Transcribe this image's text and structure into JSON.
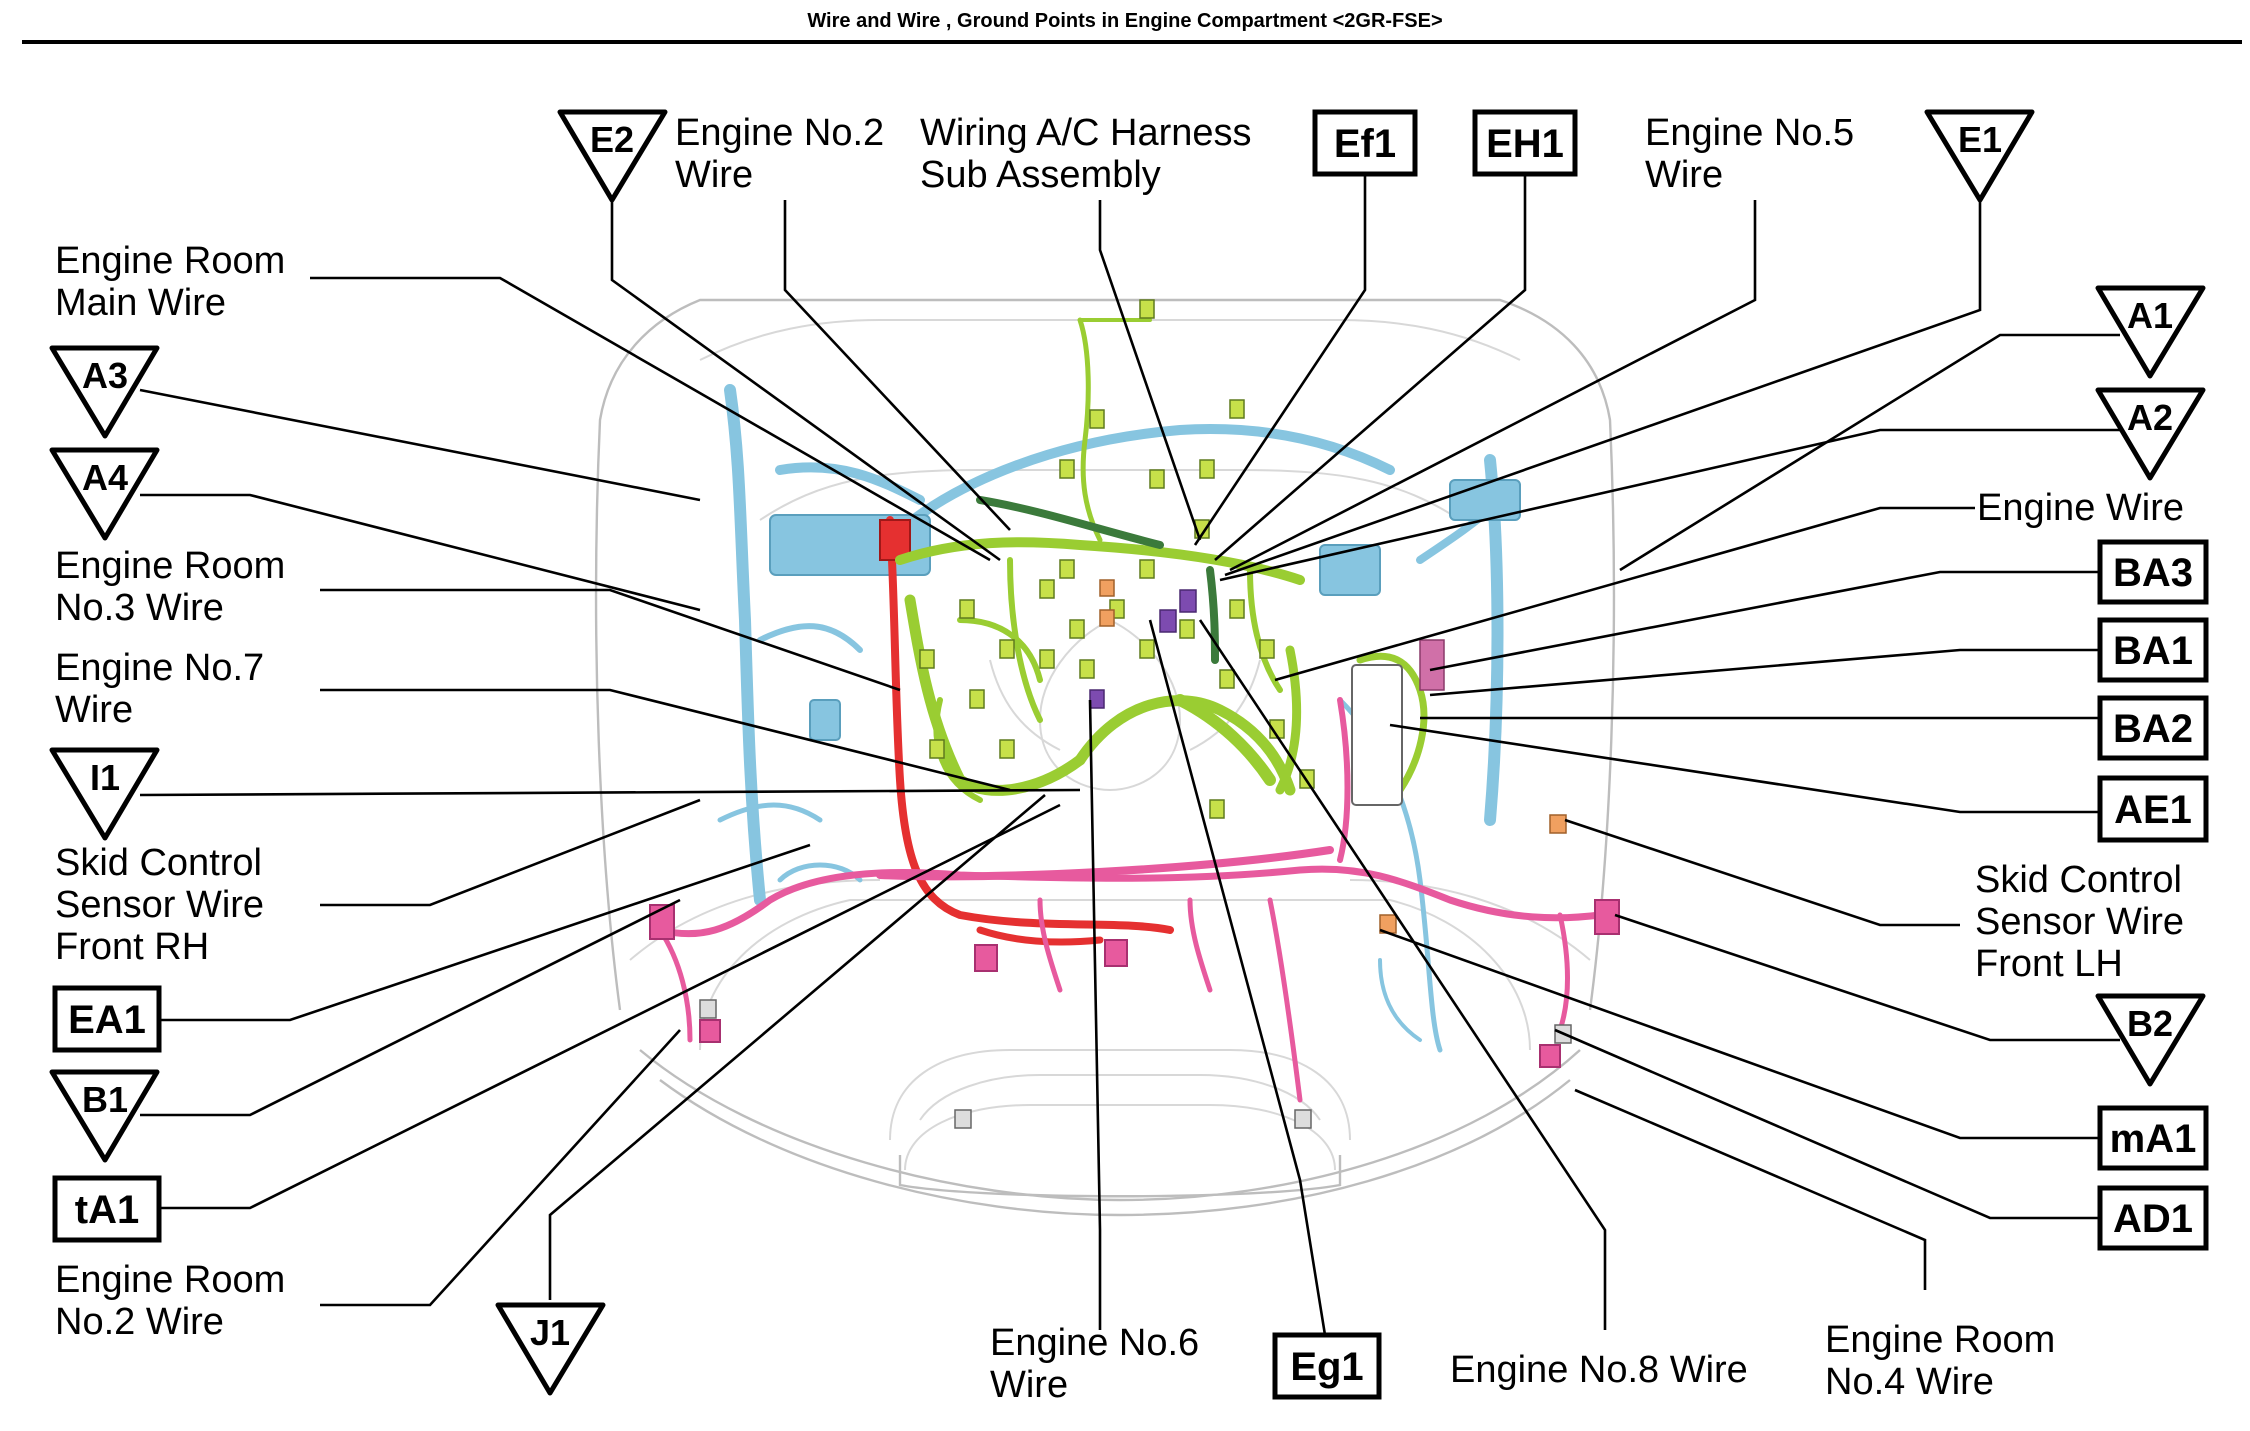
{
  "title": "Wire and Wire , Ground Points in Engine Compartment <2GR-FSE>",
  "labels": {
    "engine_room_main_wire": [
      "Engine Room",
      "Main Wire"
    ],
    "engine_room_no3_wire": [
      "Engine Room",
      "No.3 Wire"
    ],
    "engine_no7_wire": [
      "Engine No.7",
      "Wire"
    ],
    "skid_control_sensor_wire_front_rh": [
      "Skid Control",
      "Sensor Wire",
      "Front RH"
    ],
    "engine_room_no2_wire": [
      "Engine Room",
      "No.2 Wire"
    ],
    "engine_no2_wire": [
      "Engine No.2",
      "Wire"
    ],
    "wiring_ac_harness_sub_assembly": [
      "Wiring A/C Harness",
      "Sub Assembly"
    ],
    "engine_no5_wire": [
      "Engine No.5",
      "Wire"
    ],
    "engine_wire": [
      "Engine Wire"
    ],
    "skid_control_sensor_wire_front_lh": [
      "Skid Control",
      "Sensor Wire",
      "Front LH"
    ],
    "engine_no6_wire": [
      "Engine No.6",
      "Wire"
    ],
    "engine_no8_wire": [
      "Engine No.8 Wire"
    ],
    "engine_room_no4_wire": [
      "Engine Room",
      "No.4 Wire"
    ]
  },
  "connector_codes": {
    "ef1": "Ef1",
    "eh1": "EH1",
    "ba3": "BA3",
    "ba1": "BA1",
    "ba2": "BA2",
    "ae1": "AE1",
    "ea1": "EA1",
    "ta1": "tA1",
    "ma1": "mA1",
    "ad1": "AD1",
    "eg1": "Eg1"
  },
  "ground_codes": {
    "e2": "E2",
    "e1": "E1",
    "a1": "A1",
    "a2": "A2",
    "a3": "A3",
    "a4": "A4",
    "i1": "I1",
    "b1": "B1",
    "b2": "B2",
    "j1": "J1"
  },
  "colors": {
    "engine_harness": "#9acd32",
    "engine_room_harness": "#87c5e0",
    "front_harness": "#e75a9e",
    "battery_cable": "#e53030",
    "connector": "#c7e04a",
    "connector_purple": "#7d4bb0",
    "connector_orange": "#f0a060"
  }
}
